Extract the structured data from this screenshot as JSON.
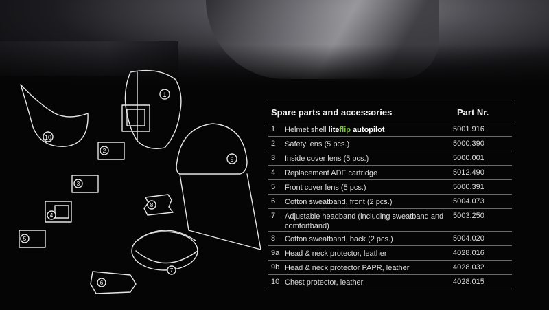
{
  "table": {
    "header": {
      "title": "Spare parts and accessories",
      "part_col": "Part Nr."
    },
    "row1": {
      "num": "1",
      "desc": "Helmet shell",
      "brand_lite": "lite",
      "brand_flip": "flip",
      "brand_auto": "autopilot",
      "part": "5001.916"
    },
    "rows": [
      {
        "num": "2",
        "desc": "Safety lens (5 pcs.)",
        "part": "5000.390"
      },
      {
        "num": "3",
        "desc": "Inside cover lens (5 pcs.)",
        "part": "5000.001"
      },
      {
        "num": "4",
        "desc": "Replacement ADF cartridge",
        "part": "5012.490"
      },
      {
        "num": "5",
        "desc": "Front cover lens (5 pcs.)",
        "part": "5000.391"
      },
      {
        "num": "6",
        "desc": "Cotton sweatband, front (2 pcs.)",
        "part": "5004.073"
      },
      {
        "num": "7",
        "desc": "Adjustable headband (including sweatband and comfortband)",
        "part": "5003.250"
      },
      {
        "num": "8",
        "desc": "Cotton sweatband, back (2 pcs.)",
        "part": "5004.020"
      },
      {
        "num": "9a",
        "desc": "Head & neck protector, leather",
        "part": "4028.016"
      },
      {
        "num": "9b",
        "desc": "Head & neck protector PAPR, leather",
        "part": "4028.032"
      },
      {
        "num": "10",
        "desc": "Chest protector, leather",
        "part": "4028.015"
      }
    ]
  },
  "drawing": {
    "callouts": [
      "1",
      "2",
      "3",
      "4",
      "5",
      "6",
      "7",
      "8",
      "9",
      "10"
    ]
  },
  "colors": {
    "background": "#050505",
    "accent_green": "#7ec242",
    "text": "#e8e8e8"
  }
}
